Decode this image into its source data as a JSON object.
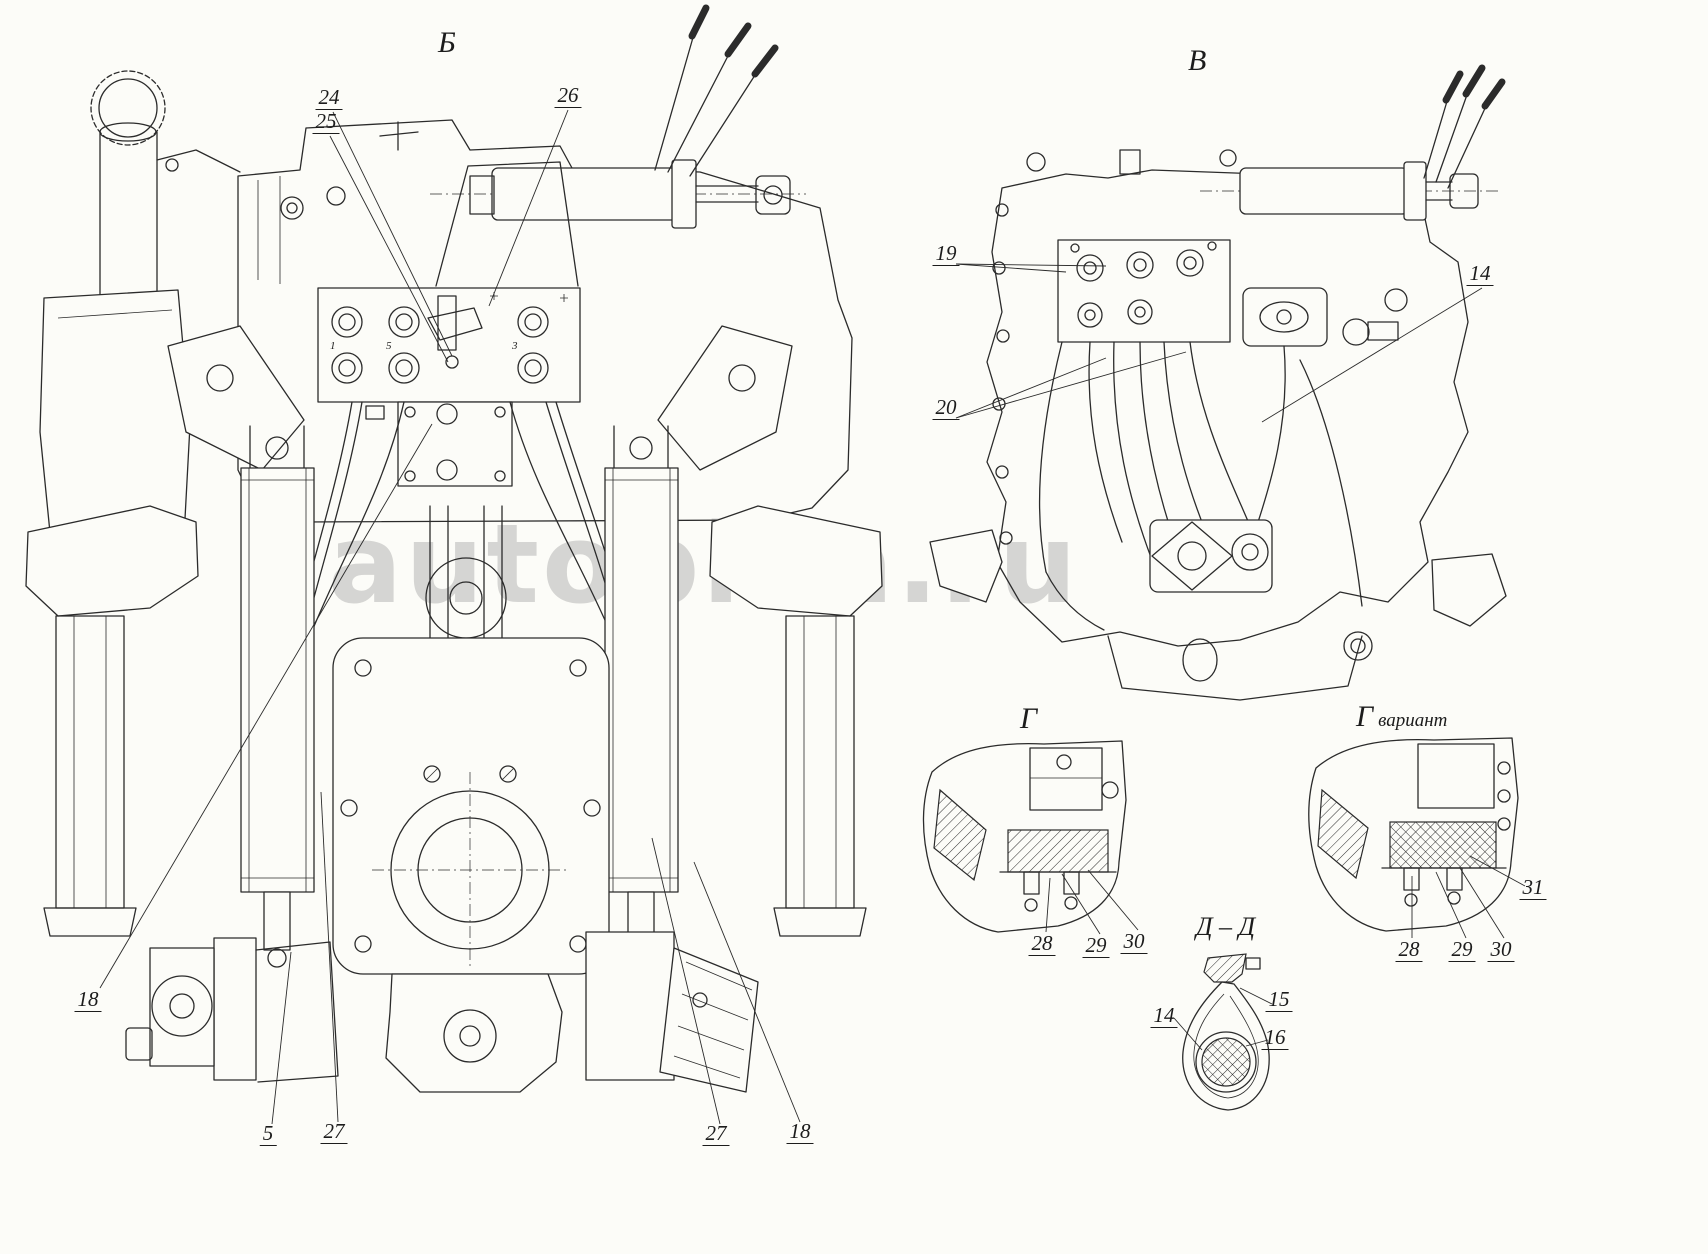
{
  "page": {
    "watermark": "autopika.ru",
    "background_color": "#fcfcf8",
    "line_color": "#2b2b2b"
  },
  "views": {
    "b": {
      "label": "Б"
    },
    "v": {
      "label": "В"
    },
    "g": {
      "label": "Г"
    },
    "g_variant": {
      "label": "Г",
      "suffix": "вариант"
    },
    "dd": {
      "label": "Д – Д"
    }
  },
  "ports": [
    "1",
    "5",
    "3"
  ],
  "callouts": [
    {
      "label": "24"
    },
    {
      "label": "25"
    },
    {
      "label": "26"
    },
    {
      "label": "19"
    },
    {
      "label": "14"
    },
    {
      "label": "20"
    },
    {
      "label": "18"
    },
    {
      "label": "5"
    },
    {
      "label": "27"
    },
    {
      "label": "27"
    },
    {
      "label": "18"
    },
    {
      "label": "28"
    },
    {
      "label": "29"
    },
    {
      "label": "30"
    },
    {
      "label": "31"
    },
    {
      "label": "28"
    },
    {
      "label": "29"
    },
    {
      "label": "30"
    },
    {
      "label": "15"
    },
    {
      "label": "16"
    },
    {
      "label": "14"
    }
  ]
}
